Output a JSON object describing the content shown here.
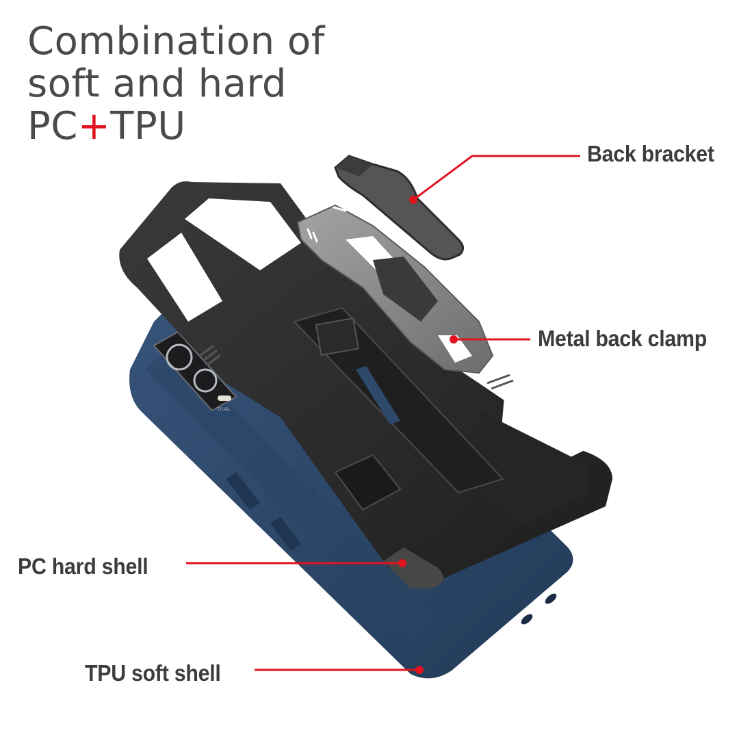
{
  "headline": {
    "line1": "Combination of",
    "line2": "soft and hard",
    "line3_part1": "PC",
    "line3_plus": "+",
    "line3_part2": "TPU"
  },
  "callouts": [
    {
      "id": "back-bracket",
      "label": "Back bracket"
    },
    {
      "id": "metal-back-clamp",
      "label": "Metal back clamp"
    },
    {
      "id": "pc-hard-shell",
      "label": "PC hard shell"
    },
    {
      "id": "tpu-soft-shell",
      "label": "TPU soft shell"
    }
  ],
  "colors": {
    "text": "#3c3c3c",
    "headline_text": "#4a4a4a",
    "accent_red": "#e0141e",
    "tpu_blue": "#2f4a6b",
    "pc_black": "#2b2b2b",
    "metal_grey": "#8a8a8a",
    "background": "#ffffff"
  },
  "illustration": {
    "subject": "exploded view of rugged phone case",
    "camera_label": "DUAL"
  }
}
